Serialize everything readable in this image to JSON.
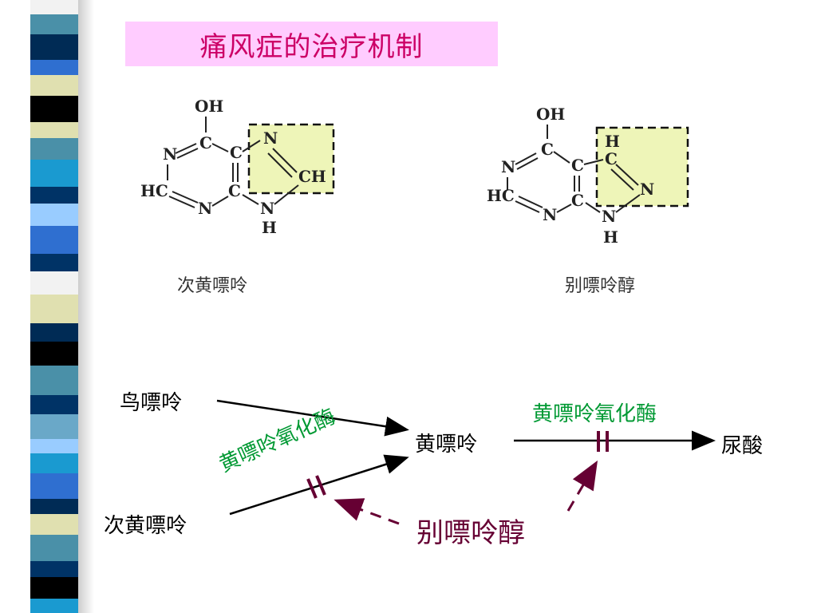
{
  "slide": {
    "title": "痛风症的治疗机制"
  },
  "molecules": [
    {
      "caption": "次黄嘌呤",
      "atoms": {
        "oh": "OH",
        "c_top": "C",
        "n_left": "N",
        "c_mid": "C",
        "n_ring": "N",
        "ch_ring": "CH",
        "hc": "HC",
        "c_low": "C",
        "n_bottom": "N",
        "nh_n": "N",
        "nh_h": "H"
      }
    },
    {
      "caption": "别嘌呤醇",
      "atoms": {
        "oh": "OH",
        "c_top": "C",
        "n_left": "N",
        "c_mid": "C",
        "h_ring": "H",
        "c_ring": "C",
        "n_ring": "N",
        "hc": "HC",
        "c_low": "C",
        "n_bottom": "N",
        "nh_n": "N",
        "nh_h": "H"
      }
    }
  ],
  "pathway": {
    "guanine": "鸟嘌呤",
    "hypoxanthine": "次黄嘌呤",
    "xanthine": "黄嘌呤",
    "uric_acid": "尿酸",
    "enzyme_top": "黄嘌呤氧化酶",
    "enzyme_diag": "黄嘌呤氧化酶",
    "inhibitor": "别嘌呤醇"
  },
  "colors": {
    "title_bg": "#ffccff",
    "title_text": "#cc0066",
    "enzyme_text": "#009933",
    "inhibitor": "#660033",
    "highlight_box": "#eef5b8"
  }
}
